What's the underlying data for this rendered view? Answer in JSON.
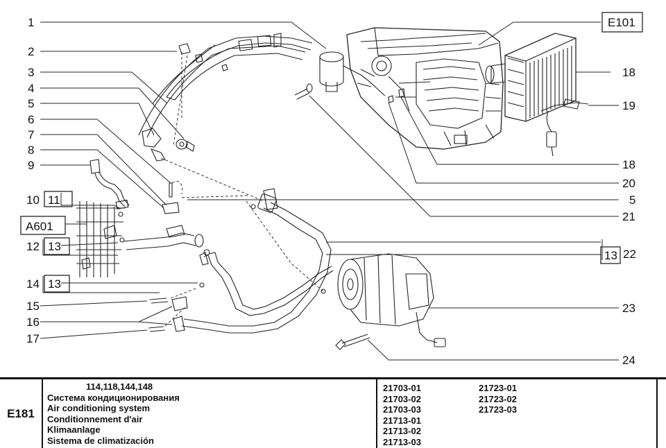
{
  "callouts": {
    "n1": "1",
    "n2": "2",
    "n3": "3",
    "n4": "4",
    "n5": "5",
    "n6": "6",
    "n7": "7",
    "n8": "8",
    "n9": "9",
    "n10": "10",
    "n11": "11",
    "a601": "A601",
    "n12": "12",
    "n13a": "13",
    "n14": "14",
    "n13b": "13",
    "n15": "15",
    "n16": "16",
    "n17": "17",
    "e101": "E101",
    "n18a": "18",
    "n19": "19",
    "n18b": "18",
    "n20": "20",
    "n5b": "5",
    "n21": "21",
    "n13c": "13",
    "n22": "22",
    "n23": "23",
    "n24": "24"
  },
  "footer": {
    "code": "E181",
    "models": "114,118,144,148",
    "titles": [
      "Система кондиционирования",
      "Air conditioning system",
      "Conditionnement d'air",
      "Klimaanlage",
      "Sistema de climatización"
    ],
    "parts_col1": [
      "21703-01",
      "21703-02",
      "21703-03",
      "21713-01",
      "21713-02",
      "21713-03"
    ],
    "parts_col2": [
      "21723-01",
      "21723-02",
      "21723-03"
    ]
  }
}
